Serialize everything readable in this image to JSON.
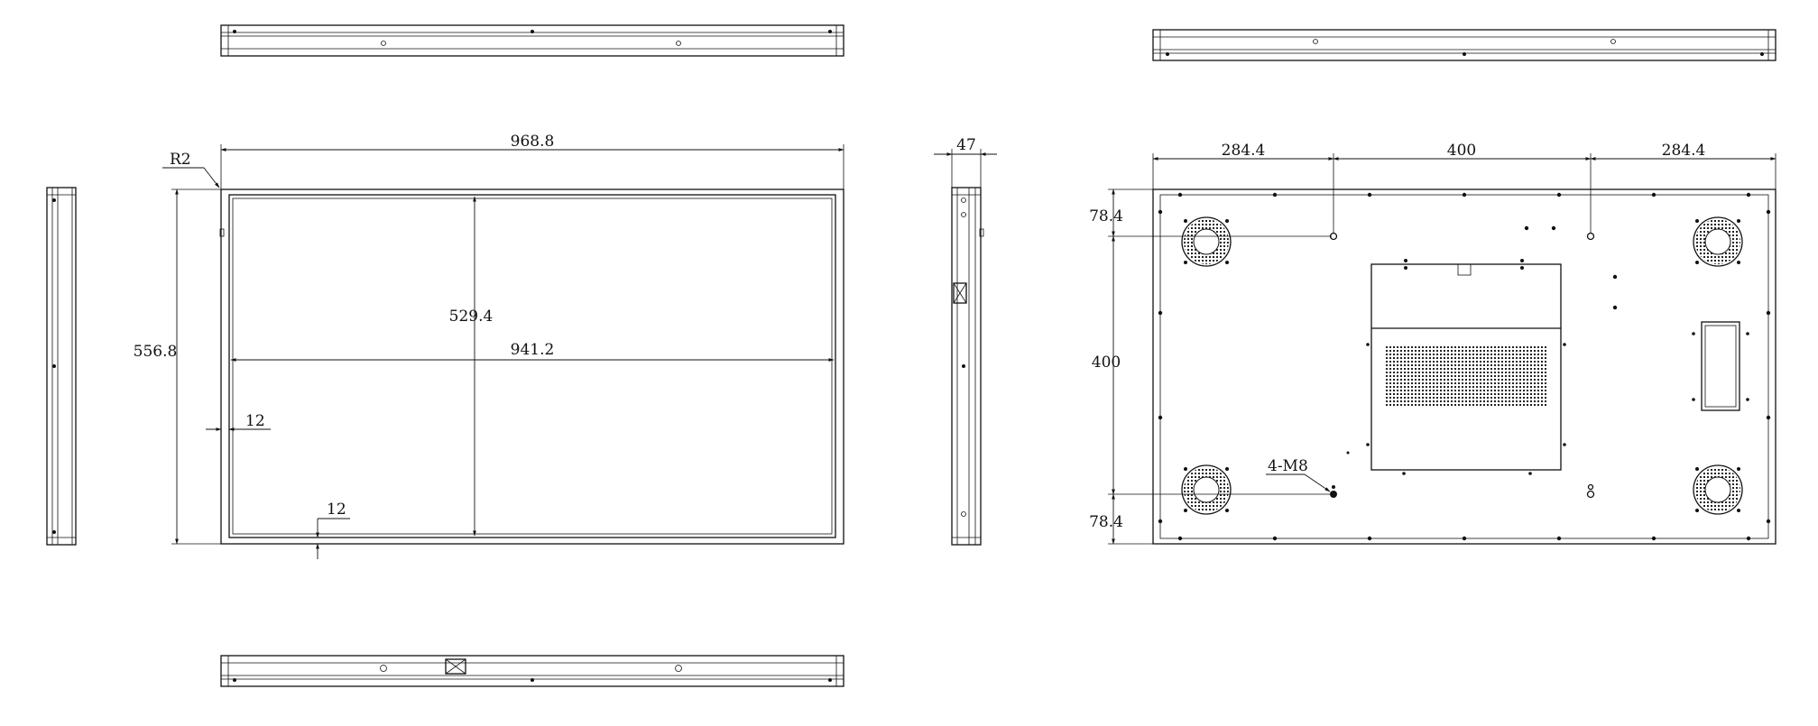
{
  "front": {
    "width": "968.8",
    "height": "556.8",
    "inner_width": "941.2",
    "inner_height": "529.4",
    "bezel_side": "12",
    "bezel_bottom": "12",
    "corner_radius": "R2"
  },
  "side": {
    "depth": "47"
  },
  "back": {
    "offset_left": "284.4",
    "vesa_h": "400",
    "offset_right": "284.4",
    "offset_top": "78.4",
    "vesa_v": "400",
    "offset_bottom": "78.4",
    "mount_holes": "4-M8"
  }
}
